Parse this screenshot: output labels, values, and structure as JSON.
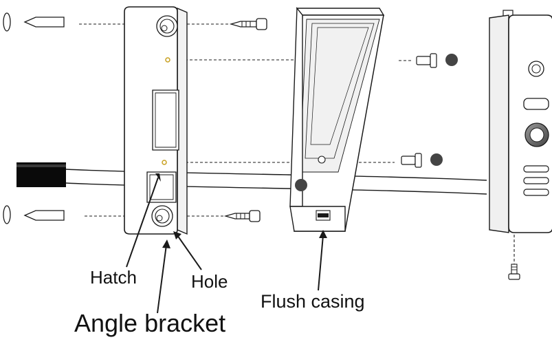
{
  "labels": {
    "hatch": "Hatch",
    "hole": "Hole",
    "flush_casing": "Flush casing",
    "angle_bracket": "Angle bracket"
  },
  "colors": {
    "stroke": "#1a1a1a",
    "screw_cap": "#444444",
    "cable_plug": "#0a0a0a",
    "hole_marker": "#c8a020",
    "shade": "#e6e6e6"
  },
  "parts": [
    "wall-anchor",
    "screw",
    "angle-bracket",
    "flush-casing",
    "doorbell-panel",
    "cable"
  ]
}
